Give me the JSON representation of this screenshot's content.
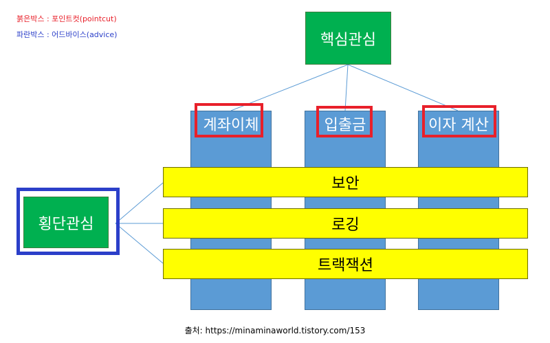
{
  "legend": {
    "red": "붉은박스 : 포인트컷(pointcut)",
    "blue": "파란박스 : 어드바이스(advice)"
  },
  "core_concern": "핵심관심",
  "cross_cutting_concern": "횡단관심",
  "columns": [
    "계좌이체",
    "입출금",
    "이자 계산"
  ],
  "bands": [
    "보안",
    "로깅",
    "트랙잭션"
  ],
  "source": "출처: https://minaminaworld.tistory.com/153",
  "colors": {
    "green": "#00b050",
    "blue_column": "#5b9bd5",
    "yellow_band": "#ffff00",
    "pointcut_red": "#e8202a",
    "advice_blue": "#2b3fc9",
    "connector": "#5b9bd5"
  }
}
